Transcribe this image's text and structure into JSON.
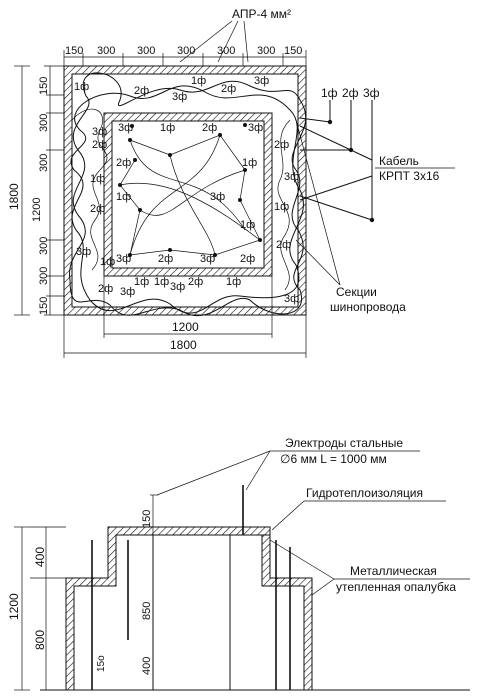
{
  "top_view": {
    "title_wire": "АПР-4 мм²",
    "dim_top": [
      "150",
      "300",
      "300",
      "300",
      "300",
      "300",
      "150"
    ],
    "dim_left": [
      "150",
      "300",
      "300",
      "1200",
      "300",
      "300",
      "150"
    ],
    "dim_overall_left": "1800",
    "dim_bottom_inner": "1200",
    "dim_bottom_outer": "1800",
    "phase_legend": [
      "1ф",
      "2ф",
      "3ф"
    ],
    "label_cable_1": "Кабель",
    "label_cable_2": "КРПТ 3х16",
    "label_sections_1": "Секции",
    "label_sections_2": "шинопровода",
    "outer_phase_labels": [
      "1ф",
      "2ф",
      "3ф",
      "1ф",
      "2ф",
      "3ф",
      "2ф",
      "1ф",
      "2ф",
      "3ф",
      "1ф",
      "2ф",
      "3ф",
      "1ф",
      "2ф",
      "3ф",
      "1ф",
      "2ф",
      "3ф",
      "3ф",
      "2ф",
      "1ф",
      "3ф",
      "1ф"
    ],
    "inner_phase_labels": [
      "3ф",
      "1ф",
      "2ф",
      "3ф",
      "2ф",
      "1ф",
      "1ф",
      "3ф",
      "2ф",
      "3ф",
      "2ф",
      "1ф",
      "3ф"
    ]
  },
  "section_view": {
    "label_electrodes_1": "Электроды стальные",
    "label_electrodes_2": "∅6 мм L = 1000 мм",
    "label_insulation": "Гидротеплоизоляция",
    "label_formwork_1": "Металлическая",
    "label_formwork_2": "утепленная опалубка",
    "dim_left": [
      "400",
      "1200",
      "800"
    ],
    "dim_center": [
      "150",
      "850",
      "400"
    ],
    "dim_small": "15о"
  }
}
